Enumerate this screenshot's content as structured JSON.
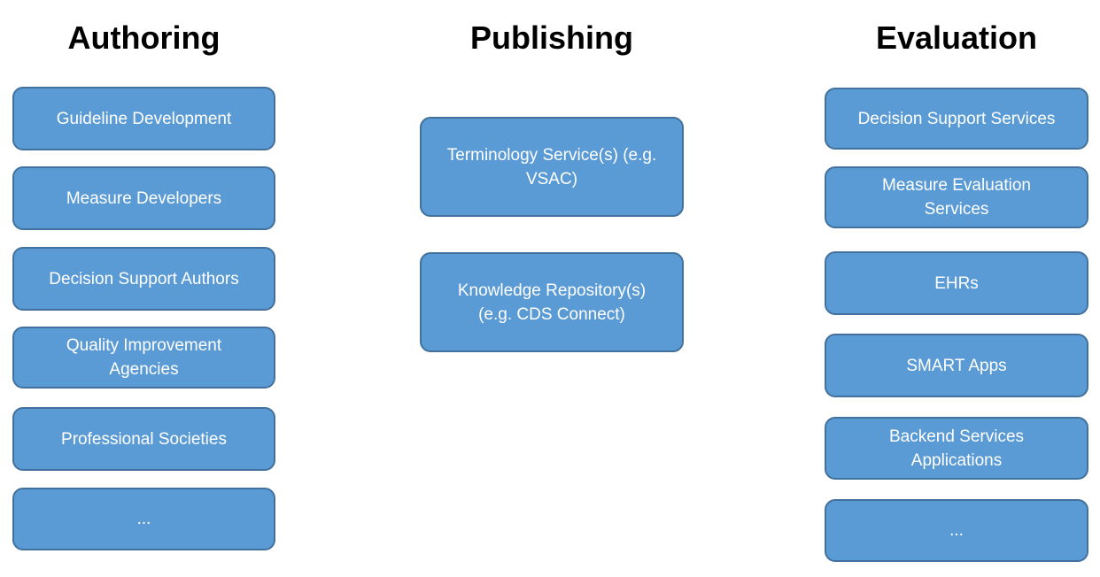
{
  "colors": {
    "background": "#ffffff",
    "box_fill": "#5B9BD5",
    "box_border": "#41719C",
    "box_text": "#ffffff",
    "title_text": "#000000"
  },
  "columns": [
    {
      "title": "Authoring",
      "boxes": [
        {
          "label": "Guideline Development"
        },
        {
          "label": "Measure Developers"
        },
        {
          "label": "Decision Support Authors"
        },
        {
          "label": "Quality Improvement Agencies"
        },
        {
          "label": "Professional Societies"
        },
        {
          "label": "..."
        }
      ]
    },
    {
      "title": "Publishing",
      "boxes": [
        {
          "label": "Terminology Service(s) (e.g. VSAC)"
        },
        {
          "label": "Knowledge Repository(s) (e.g. CDS Connect)"
        }
      ]
    },
    {
      "title": "Evaluation",
      "boxes": [
        {
          "label": "Decision Support Services"
        },
        {
          "label": "Measure Evaluation Services"
        },
        {
          "label": "EHRs"
        },
        {
          "label": "SMART Apps"
        },
        {
          "label": "Backend Services Applications"
        },
        {
          "label": "..."
        }
      ]
    }
  ]
}
